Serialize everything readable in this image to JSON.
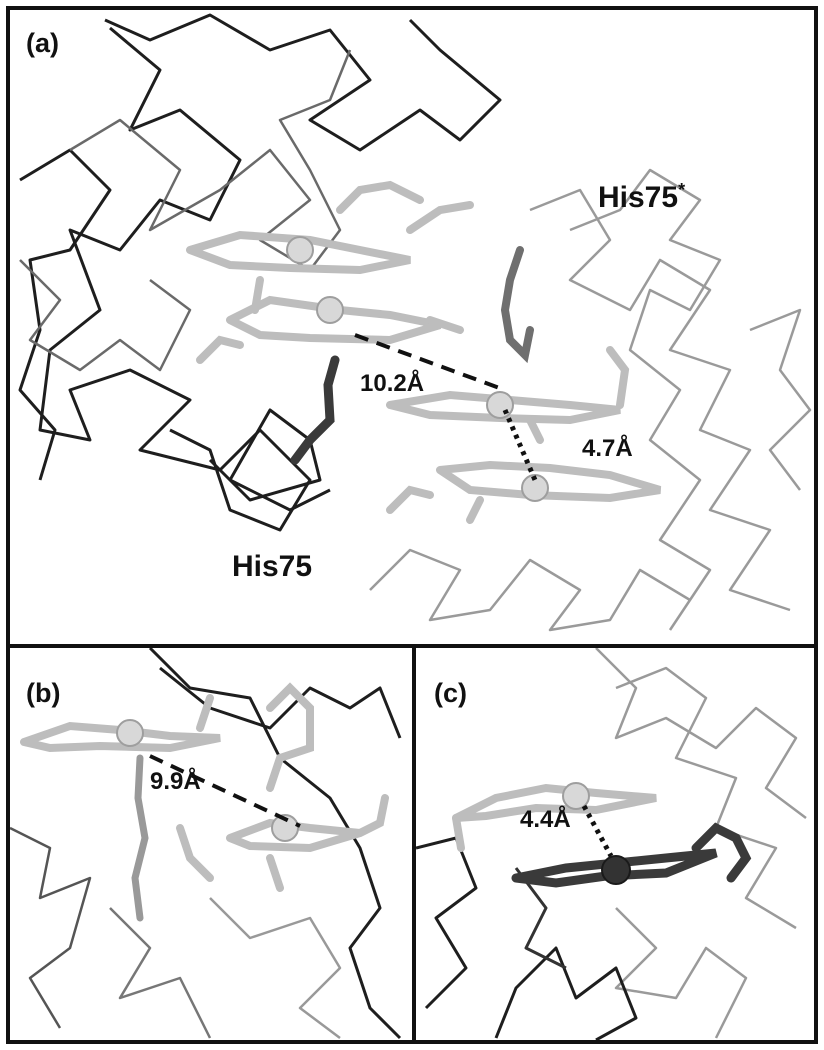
{
  "panels": {
    "a": {
      "label": "(a)",
      "residue_lower": "His75",
      "residue_upper": "His75",
      "residue_upper_mark": "*",
      "distance_dashed": "10.2Å",
      "distance_dotted": "4.7Å"
    },
    "b": {
      "label": "(b)",
      "distance_dashed": "9.9Å"
    },
    "c": {
      "label": "(c)",
      "distance_dotted": "4.4Å"
    }
  },
  "colors": {
    "border": "#111111",
    "backbone_dark": "#1e1e1e",
    "backbone_mid": "#6a6a6a",
    "backbone_light": "#9a9a9a",
    "heme_light": "#bdbdbd",
    "heme_dark": "#3a3a3a"
  }
}
